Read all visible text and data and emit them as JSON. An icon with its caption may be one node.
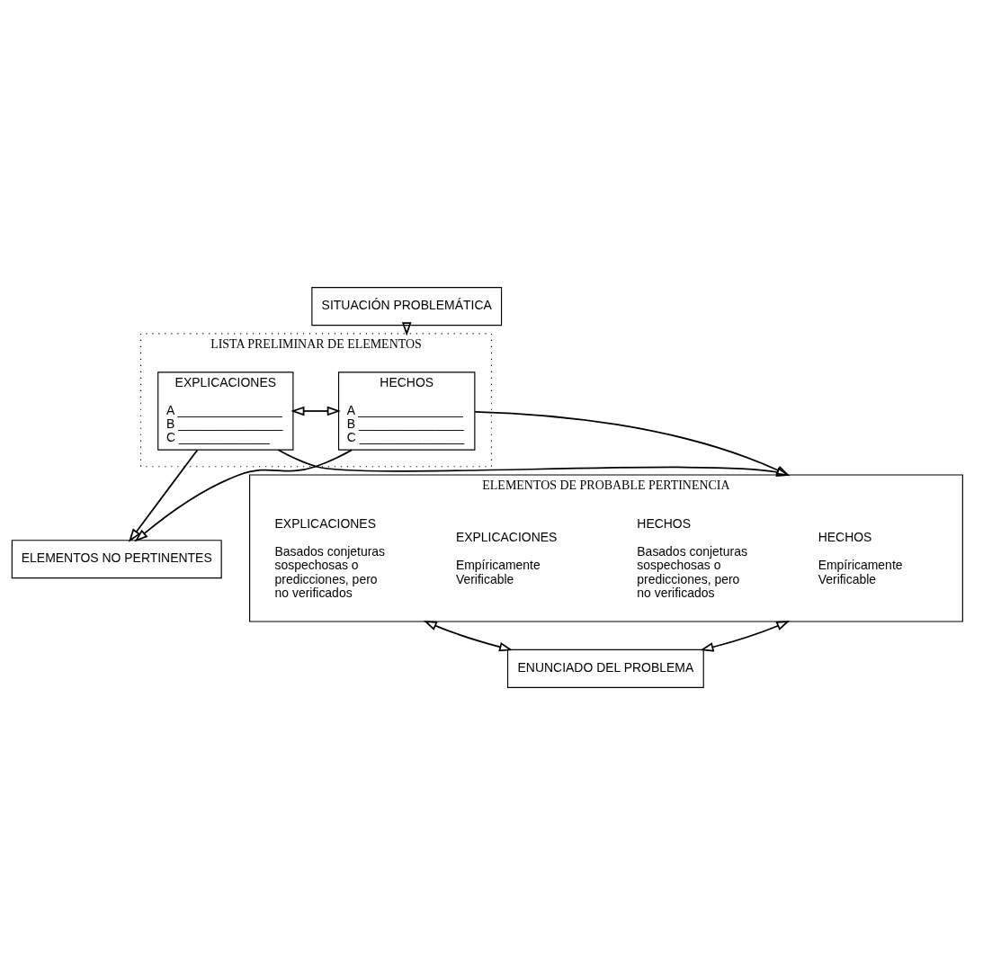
{
  "diagram": {
    "nodes": [
      {
        "text": [
          "SITUACIÓN PROBLEMÁTICA"
        ]
      },
      {
        "text": [
          "LISTA PRELIMINAR DE ELEMENTOS"
        ]
      },
      {
        "text": [
          "HECHOS",
          "A _______________",
          "B _______________",
          "C _______________"
        ],
        "in": 1
      },
      {
        "text": [
          "EXPLICACIONES",
          "A _______________",
          "B _______________",
          "C _____________"
        ],
        "in": 1
      },
      {
        "text": [
          "ELEMENTOS NO PERTINENTES"
        ]
      },
      {
        "text": [
          "ELEMENTOS DE PROBABLE PERTINENCIA"
        ]
      },
      {
        "text": [
          "HECHOS",
          "Empíricamente Verificable"
        ],
        "in": 5
      },
      {
        "text": [
          "HECHOS",
          "Basados conjeturas sospechosas o predicciones, pero no verificados"
        ],
        "in": 5
      },
      {
        "text": [
          "EXPLICACIONES",
          "Empíricamente Verificable"
        ],
        "in": 5
      },
      {
        "text": [
          "EXPLICACIONES",
          "Basados conjeturas sospechosas o predicciones, pero no verificados"
        ],
        "in": 5
      },
      {
        "text": [
          "ENUNCIADO DEL PROBLEMA"
        ]
      }
    ],
    "edges": [
      {
        "from": 0,
        "to": 1,
        "arrow": "to"
      },
      {
        "from": 2,
        "to": 3,
        "arrow": "both"
      },
      {
        "from": 2,
        "to": 5,
        "arrow": "to"
      },
      {
        "from": 2,
        "to": 4,
        "arrow": "to"
      },
      {
        "from": 3,
        "to": 4,
        "arrow": "to"
      },
      {
        "from": 3,
        "to": 5,
        "arrow": "to"
      },
      {
        "from": 5,
        "to": 10,
        "arrow": "both"
      },
      {
        "from": 5,
        "to": 10,
        "arrow": "both"
      }
    ]
  }
}
